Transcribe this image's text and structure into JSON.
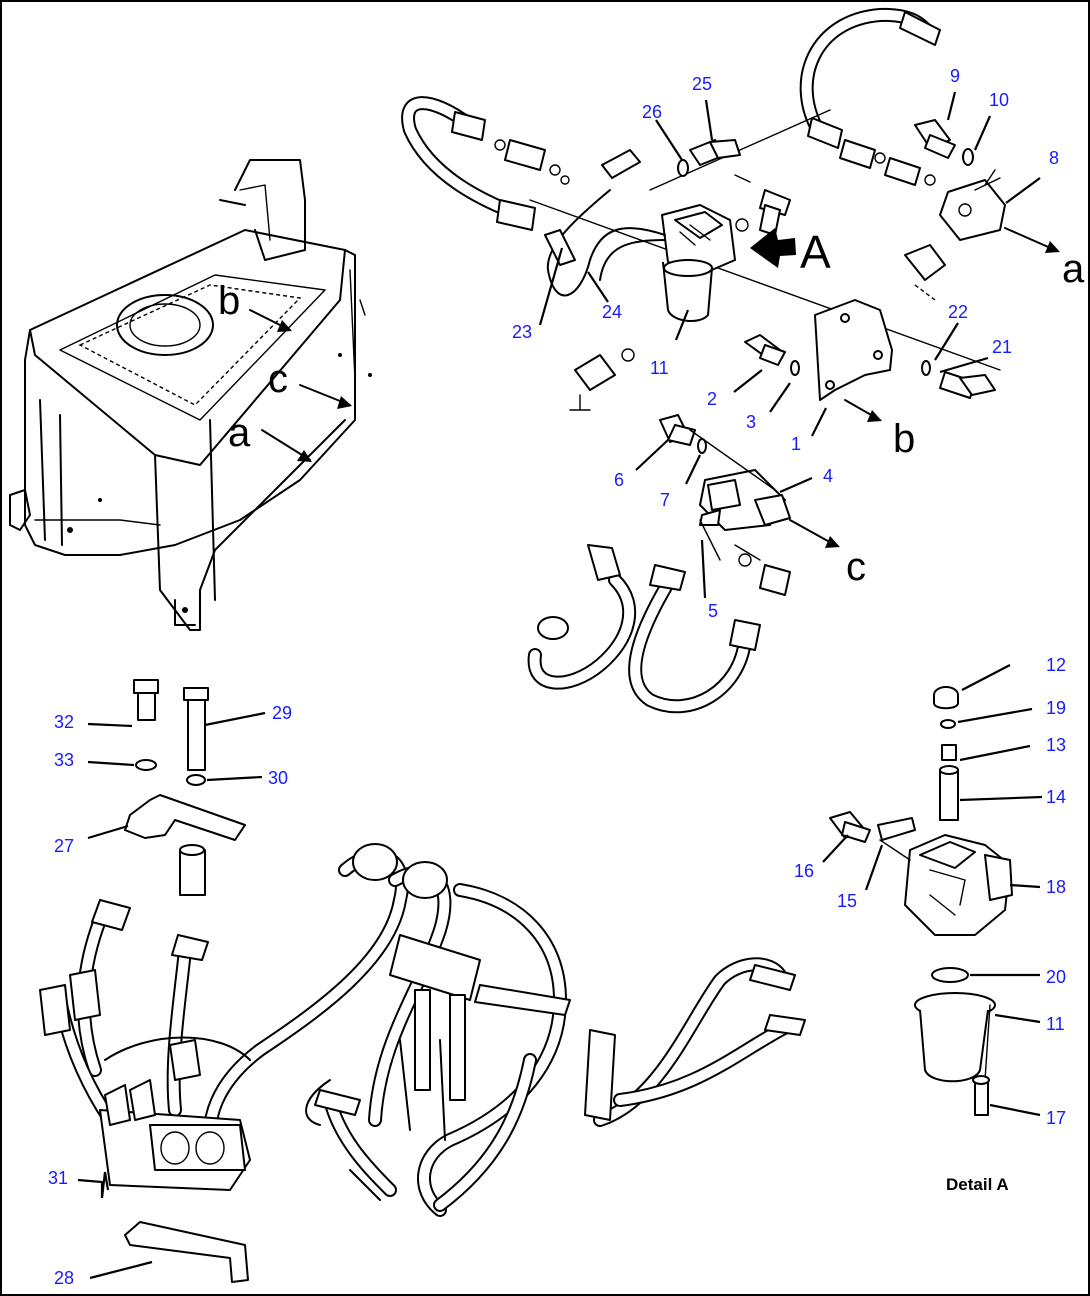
{
  "part_numbers": [
    "1",
    "2",
    "3",
    "4",
    "5",
    "6",
    "7",
    "8",
    "9",
    "10",
    "11",
    "12",
    "13",
    "14",
    "15",
    "16",
    "17",
    "18",
    "19",
    "20",
    "21",
    "22",
    "23",
    "24",
    "25",
    "26",
    "27",
    "28",
    "29",
    "30",
    "31",
    "32",
    "33"
  ],
  "reference_letters": {
    "a": "a",
    "b": "b",
    "c": "c",
    "A": "A"
  },
  "detail_caption": "Detail A"
}
